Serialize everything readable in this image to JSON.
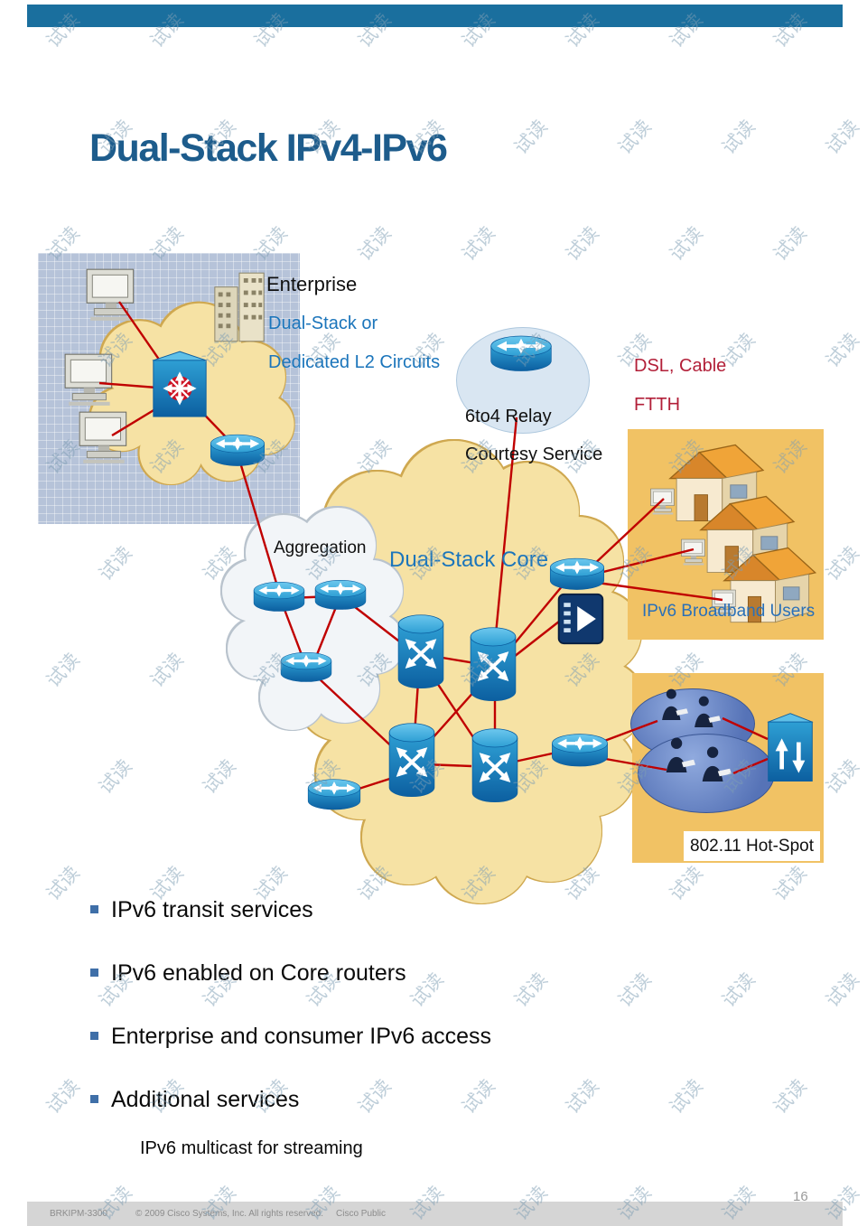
{
  "colors": {
    "header_bar": "#1a6f9e",
    "title_blue": "#1d5c8c",
    "accent_blue": "#1b75bb",
    "link_red": "#c00000",
    "dark_red_text": "#b21f38",
    "cloud_yellow": "#f6e2a4",
    "box_orange": "#f1c264"
  },
  "watermark": {
    "text": "试读"
  },
  "title": "Dual-Stack IPv4-IPv6",
  "diagram": {
    "enterprise": {
      "name": "Enterprise",
      "sub1": "Dual-Stack or",
      "sub2": "Dedicated L2 Circuits"
    },
    "relay": {
      "line1": "6to4 Relay",
      "line2": "Courtesy Service"
    },
    "access_tech": {
      "line1": "DSL, Cable",
      "line2": "FTTH"
    },
    "aggregation": {
      "label": "Aggregation"
    },
    "core": {
      "label": "Dual-Stack Core"
    },
    "broadband": {
      "label": "IPv6 Broadband Users"
    },
    "hotspot": {
      "label": "802.11 Hot-Spot"
    }
  },
  "bullets": [
    "IPv6 transit services",
    "IPv6 enabled on Core routers",
    "Enterprise and consumer IPv6 access",
    "Additional services"
  ],
  "sub_bullet": "IPv6 multicast for streaming",
  "footer": {
    "session": "BRKIPM-3300",
    "copyright": "© 2009 Cisco Systems, Inc. All rights reserved.",
    "classification": "Cisco Public",
    "page": "16"
  }
}
